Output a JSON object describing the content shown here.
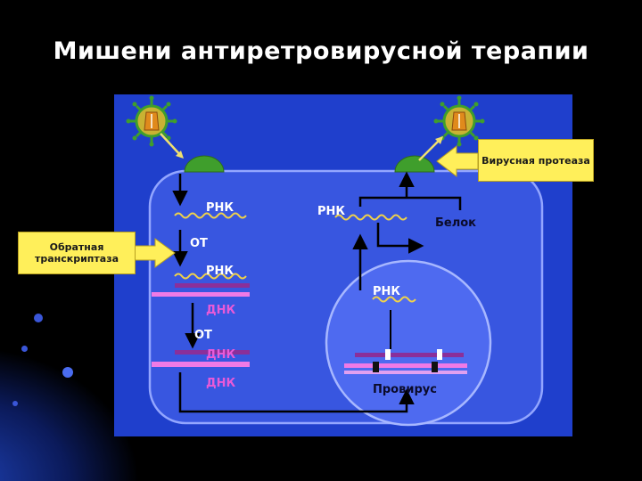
{
  "title": "Мишени антиретровирусной терапии",
  "labels": {
    "rna_1": "РНК",
    "rt_1": "ОТ",
    "rna_2": "РНК",
    "dna_1": "ДНК",
    "rt_2": "ОТ",
    "dna_2": "ДНК",
    "dna_3": "ДНК",
    "rna_3": "РНК",
    "protein": "Белок",
    "rna_4": "РНК",
    "provirus": "Провирус"
  },
  "callouts": {
    "reverse_transcriptase": "Обратная транскриптаза",
    "viral_protease": "Вирусная протеаза"
  },
  "colors": {
    "panel": "#1f3fcc",
    "cell": "#3856e0",
    "nucleus": "#4e6af0",
    "rna": "#f0d24a",
    "dna_pink": "#f07ae6",
    "dna_purple": "#8a2f9a",
    "virus": "#3f9e2c",
    "callout": "#ffef5a"
  }
}
